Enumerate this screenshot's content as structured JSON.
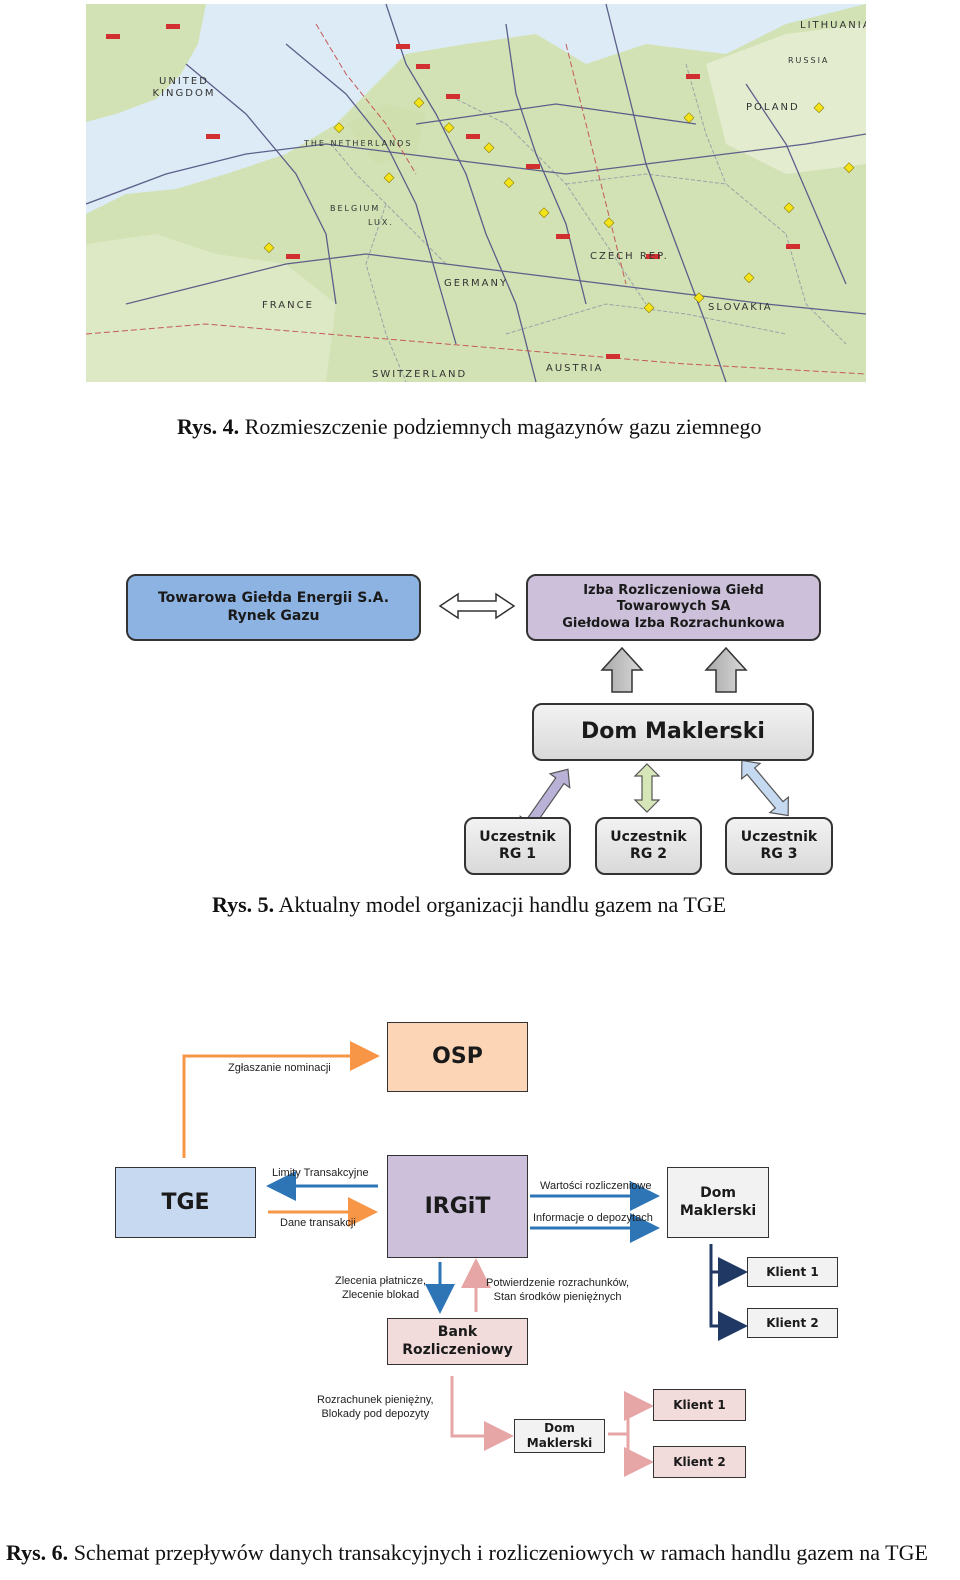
{
  "fig4": {
    "caption_num": "Rys. 4.",
    "caption_text": " Rozmieszczenie podziemnych magazynów gazu ziemnego",
    "map_labels": [
      "LITHUANIA",
      "RUSSIA",
      "UNITED KINGDOM",
      "POLAND",
      "THE NETHERLANDS",
      "BELGIUM",
      "LUX.",
      "GERMANY",
      "CZECH REP.",
      "FRANCE",
      "SLOVAKIA",
      "SWITZERLAND",
      "AUSTRIA"
    ]
  },
  "fig5": {
    "caption_num": "Rys. 5.",
    "caption_text": " Aktualny model organizacji handlu gazem na TGE",
    "tge_box": "Towarowa Giełda Energii S.A.\nRynek Gazu",
    "izba_box": "Izba Rozliczeniowa Giełd\nTowarowych SA\nGiełdowa Izba Rozrachunkowa",
    "dom_box": "Dom Maklerski",
    "participants": [
      "Uczestnik\nRG 1",
      "Uczestnik\nRG 2",
      "Uczestnik\nRG 3"
    ],
    "colors": {
      "tge": "#8db3e2",
      "izba": "#ccc0da",
      "grey": "#d9d9d9"
    }
  },
  "fig6": {
    "caption_num": "Rys. 6.",
    "caption_text": " Schemat przepływów danych transakcyjnych i rozliczeniowych w ramach handlu gazem na TGE",
    "osp": "OSP",
    "tge": "TGE",
    "irgit": "IRGiT",
    "dom1": "Dom\nMaklerski",
    "bank": "Bank\nRozliczeniowy",
    "dom2": "Dom\nMaklerski",
    "klient1": "Klient 1",
    "klient2": "Klient 2",
    "klient1b": "Klient 1",
    "klient2b": "Klient 2",
    "label_nominacji": "Zgłaszanie nominacji",
    "label_limity": "Limity Transakcyjne",
    "label_dane": "Dane transakcji",
    "label_wartosci": "Wartości rozliczeniowe",
    "label_informacje": "Informacje o depozytach",
    "label_zlecenia": "Zlecenia płatnicze,\nZlecenie blokad",
    "label_potwierdzenie": "Potwierdzenie rozrachunków,\nStan środków pieniężnych",
    "label_rozrachunek": "Rozrachunek pieniężny,\nBlokady pod depozyty",
    "colors": {
      "osp": "#fbd5b5",
      "tge": "#c6d9f1",
      "irgit": "#ccc0da",
      "grey": "#f2f2f2",
      "bank": "#f2dcdb",
      "orange": "#f79646",
      "blue": "#2e75b6",
      "navy": "#1f3864",
      "pink": "#e6a6a6"
    }
  }
}
